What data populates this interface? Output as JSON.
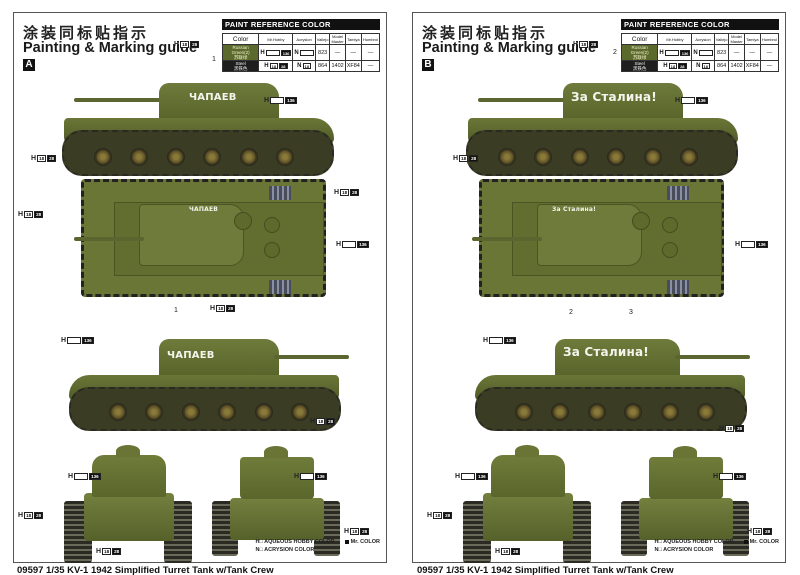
{
  "sheets": [
    {
      "variant": "A",
      "title_cn": "涂装同标贴指示",
      "title_en": "Painting & Marking guide",
      "marking_text": "ЧАПАЕВ",
      "marking_text_ghost": "ПАЕВ",
      "top_marking": "ЧАПАЕВ"
    },
    {
      "variant": "B",
      "title_cn": "涂装同标贴指示",
      "title_en": "Painting & Marking guide",
      "marking_text": "За Сталина!",
      "marking_prefix": "За",
      "marking_main": "Сталина!",
      "top_marking": "За Сталина!"
    }
  ],
  "paint_reference": {
    "header": "PAINT  REFERENCE COLOR",
    "columns": [
      "Color",
      "Mr.Hobby",
      "Acrysion",
      "Vallejo",
      "Model Master",
      "Tamiya",
      "Humbrol"
    ],
    "rows": [
      {
        "color_en": "Russian Green(2)",
        "color_cn": "苏联绿",
        "swatch": "#5b6a2c",
        "mr_hobby_prefix": "H",
        "mr_hobby_aqueous": "",
        "mr_hobby_mr": "136",
        "acrysion_prefix": "N",
        "acrysion": "",
        "vallejo": "823",
        "model_master": "—",
        "tamiya": "—",
        "humbrol": "—"
      },
      {
        "color_en": "Steel",
        "color_cn": "黑铁色",
        "swatch": "#1e1e1e",
        "mr_hobby_prefix": "H",
        "mr_hobby_aqueous": "18",
        "mr_hobby_mr": "28",
        "acrysion_prefix": "N",
        "acrysion": "18",
        "vallejo": "864",
        "model_master": "1402",
        "tamiya": "XF84",
        "humbrol": "—"
      }
    ]
  },
  "callouts": {
    "green": {
      "prefix": "H",
      "aqueous": "",
      "mr": "136"
    },
    "steel": {
      "prefix": "H",
      "aqueous": "18",
      "mr": "28"
    }
  },
  "part_numbers": {
    "one": "1",
    "two": "2",
    "three": "3"
  },
  "legend": {
    "aqueous_key": "H□",
    "aqueous": "AQUEOUS HOBBY COLOR",
    "mr_color": "Mr. COLOR",
    "acrysion_key": "N□",
    "acrysion": "ACRYSION COLOR"
  },
  "footer": "09597 1/35 KV-1 1942 Simplified Turret Tank w/Tank Crew",
  "colors": {
    "russian_green": "#5b6a2c",
    "steel": "#1e1e1e",
    "frame": "#555555"
  }
}
